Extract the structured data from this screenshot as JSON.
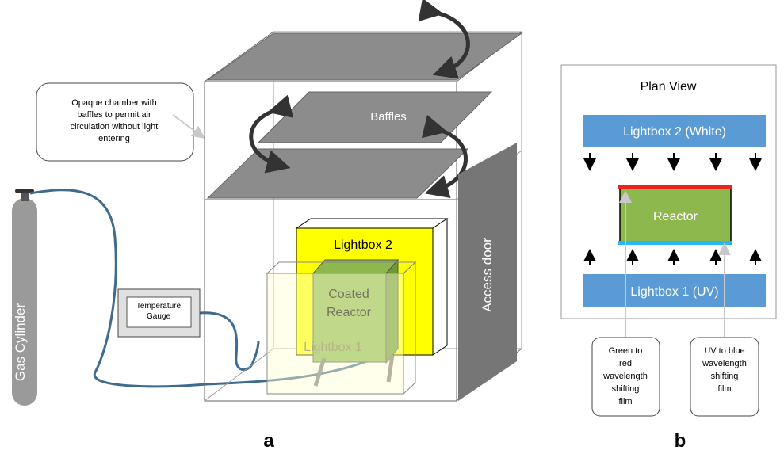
{
  "panel_a": {
    "label": "a",
    "callout": [
      "Opaque chamber with",
      "baffles to permit air",
      "circulation without light",
      "entering"
    ],
    "baffles_label": "Baffles",
    "access_door_label": "Access door",
    "gas_cylinder_label": "Gas Cylinder",
    "temperature_gauge_label": [
      "Temperature",
      "Gauge"
    ],
    "lightbox2_label": "Lightbox 2",
    "lightbox1_label": "Lightbox 1",
    "reactor_label": [
      "Coated",
      "Reactor"
    ]
  },
  "panel_b": {
    "label": "b",
    "title": "Plan View",
    "lightbox2_label": "Lightbox 2 (White)",
    "reactor_label": "Reactor",
    "lightbox1_label": "Lightbox 1 (UV)",
    "film_green_label": [
      "Green to",
      "red",
      "wavelength",
      "shifting",
      "film"
    ],
    "film_uv_label": [
      "UV to blue",
      "wavelength",
      "shifting",
      "film"
    ]
  },
  "colors": {
    "baffle_gray": "#8c8c8c",
    "door_gray": "#767676",
    "lightbox_yellow": "#ffff00",
    "reactor_green": "#8db84d",
    "lightbox_blue": "#5b9bd5",
    "red_film": "#e8241f",
    "blue_film": "#29b6f6",
    "gas_line": "#3f6b8e",
    "cylinder_gray": "#9a9a9a"
  }
}
